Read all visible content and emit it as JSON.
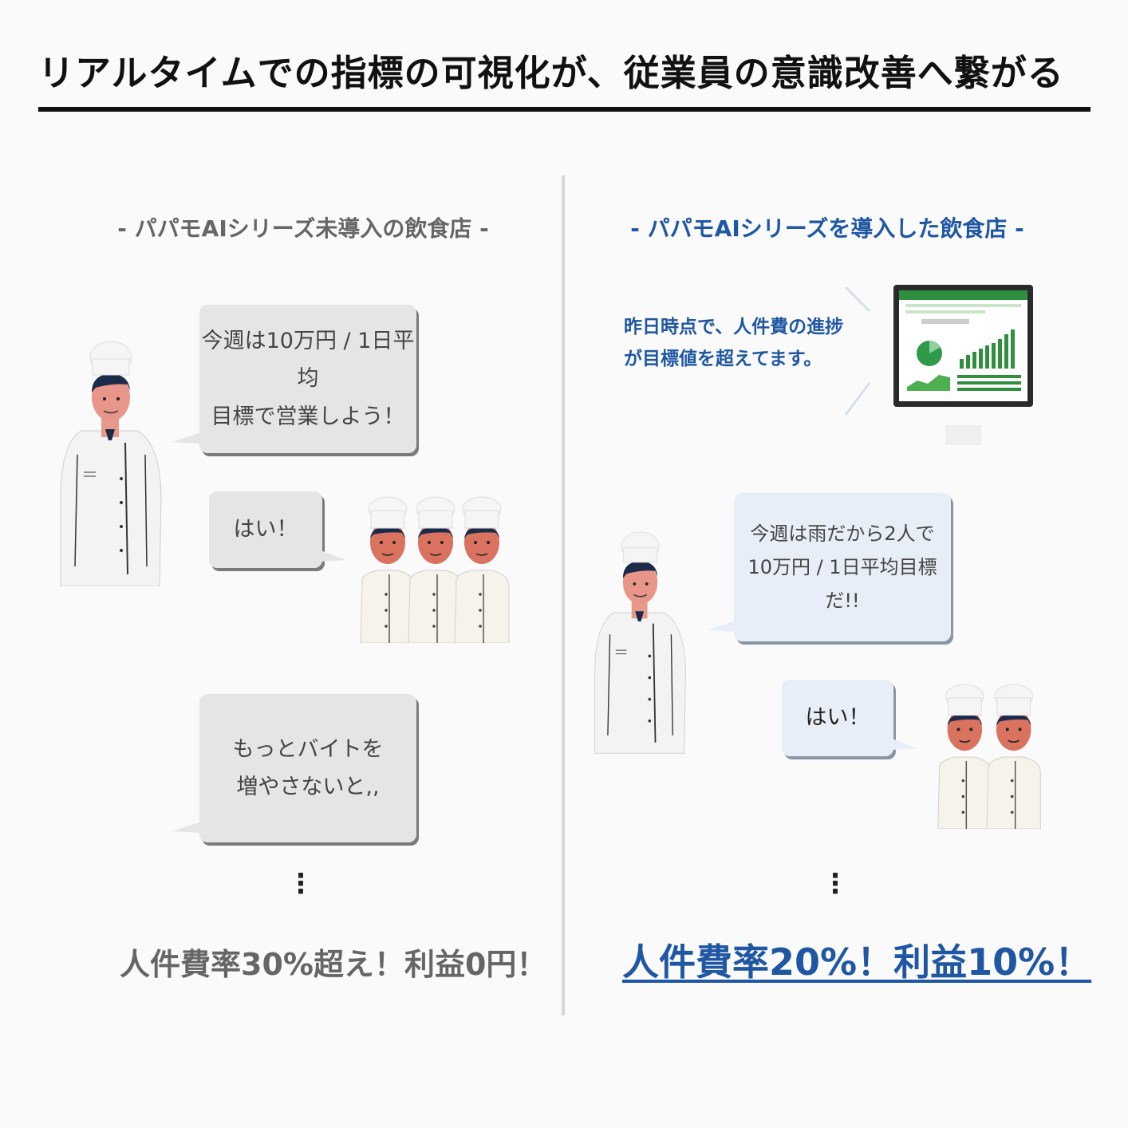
{
  "title": "リアルタイムでの指標の可視化が、従業員の意識改善へ繋がる",
  "left": {
    "heading": "- パパモAIシリーズ未導入の飲食店 -",
    "bubble1": "今週は10万円 / 1日平均\n目標で営業しよう！",
    "bubble2": "はい！",
    "bubble3": "もっとバイトを\n増やさないと,,",
    "dots": "⋮",
    "result": "人件費率30%超え！利益0円！"
  },
  "right": {
    "heading": "- パパモAIシリーズを導入した飲食店 -",
    "monitor_message": "昨日時点で、人件費の進捗\nが目標値を超えてます。",
    "bubble1": "今週は雨だから2人で\n10万円 / 1日平均目標だ!!",
    "bubble2": "はい！",
    "dots": "⋮",
    "result": "人件費率20%！利益10%！"
  },
  "colors": {
    "accent_blue": "#1f57a3",
    "text_gray": "#666666",
    "bubble_gray": "#e5e5e5",
    "bubble_blue": "#e8eef7"
  },
  "icons": [
    "chef-icon",
    "chef-group-icon",
    "monitor-dashboard-icon"
  ]
}
